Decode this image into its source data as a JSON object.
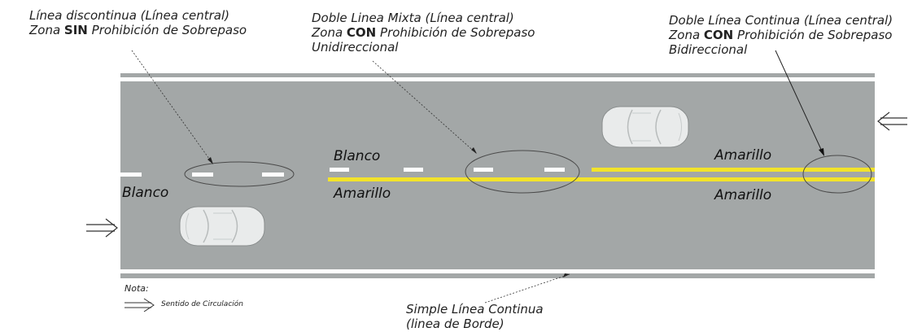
{
  "annotations": {
    "discontinua": {
      "line1": "Línea discontinua (Línea central)",
      "line2_pre": "Zona ",
      "line2_bold": "SIN",
      "line2_post": " Prohibición de Sobrepaso"
    },
    "mixta": {
      "line1": "Doble Linea Mixta (Línea central)",
      "line2_pre": "Zona ",
      "line2_bold": "CON",
      "line2_post": " Prohibición de Sobrepaso",
      "line3": "Unidireccional"
    },
    "continua": {
      "line1": "Doble Línea Continua (Línea central)",
      "line2_pre": "Zona ",
      "line2_bold": "CON",
      "line2_post": " Prohibición de Sobrepaso",
      "line3": "Bidireccional"
    },
    "borde": {
      "line1": "Simple Línea Continua",
      "line2": "(linea de Borde)"
    }
  },
  "road_labels": {
    "blanco_left": "Blanco",
    "blanco_mid": "Blanco",
    "amarillo_mid": "Amarillo",
    "amarillo_right_top": "Amarillo",
    "amarillo_right_bottom": "Amarillo"
  },
  "note": {
    "title": "Nota:",
    "legend": "Sentido de Circulación"
  },
  "colors": {
    "road": "#a3a7a7",
    "white_line": "#ffffff",
    "yellow_line": "#f2e32a",
    "car": "#e9ebeb"
  }
}
